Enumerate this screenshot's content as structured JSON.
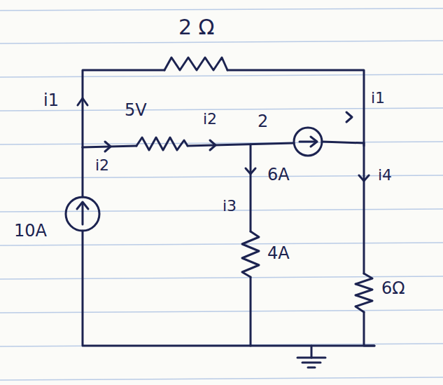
{
  "diagram": {
    "labels": [
      "2 Ω",
      "i1",
      "5V",
      "i2",
      "i2",
      "2",
      "i1",
      "6A",
      "i3",
      "i4",
      "4A",
      "6Ω",
      "10A"
    ]
  }
}
